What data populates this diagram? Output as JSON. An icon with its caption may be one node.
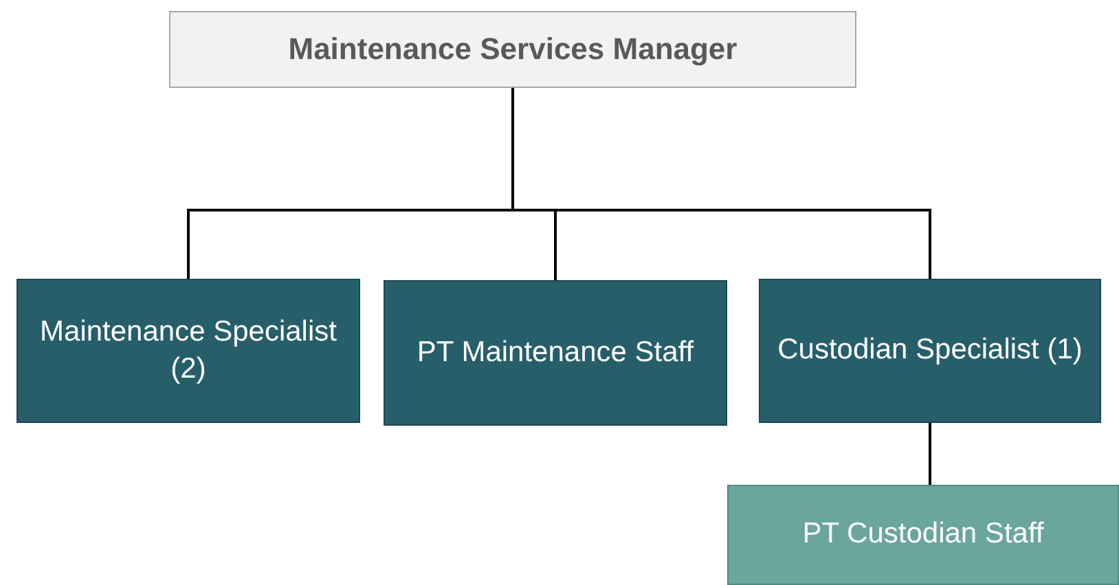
{
  "diagram": {
    "nodes": [
      {
        "text": [
          "Maintenance Services Manager"
        ]
      },
      {
        "text": [
          "Maintenance Specialist (2)"
        ]
      },
      {
        "text": [
          "PT Maintenance Staff"
        ]
      },
      {
        "text": [
          "Custodian Specialist (1)"
        ]
      },
      {
        "text": [
          "PT Custodian Staff"
        ]
      }
    ],
    "edges": [
      {
        "from": 0,
        "to": 1,
        "arrow": "none"
      },
      {
        "from": 0,
        "to": 2,
        "arrow": "none"
      },
      {
        "from": 0,
        "to": 3,
        "arrow": "none"
      },
      {
        "from": 3,
        "to": 4,
        "arrow": "none"
      }
    ]
  }
}
